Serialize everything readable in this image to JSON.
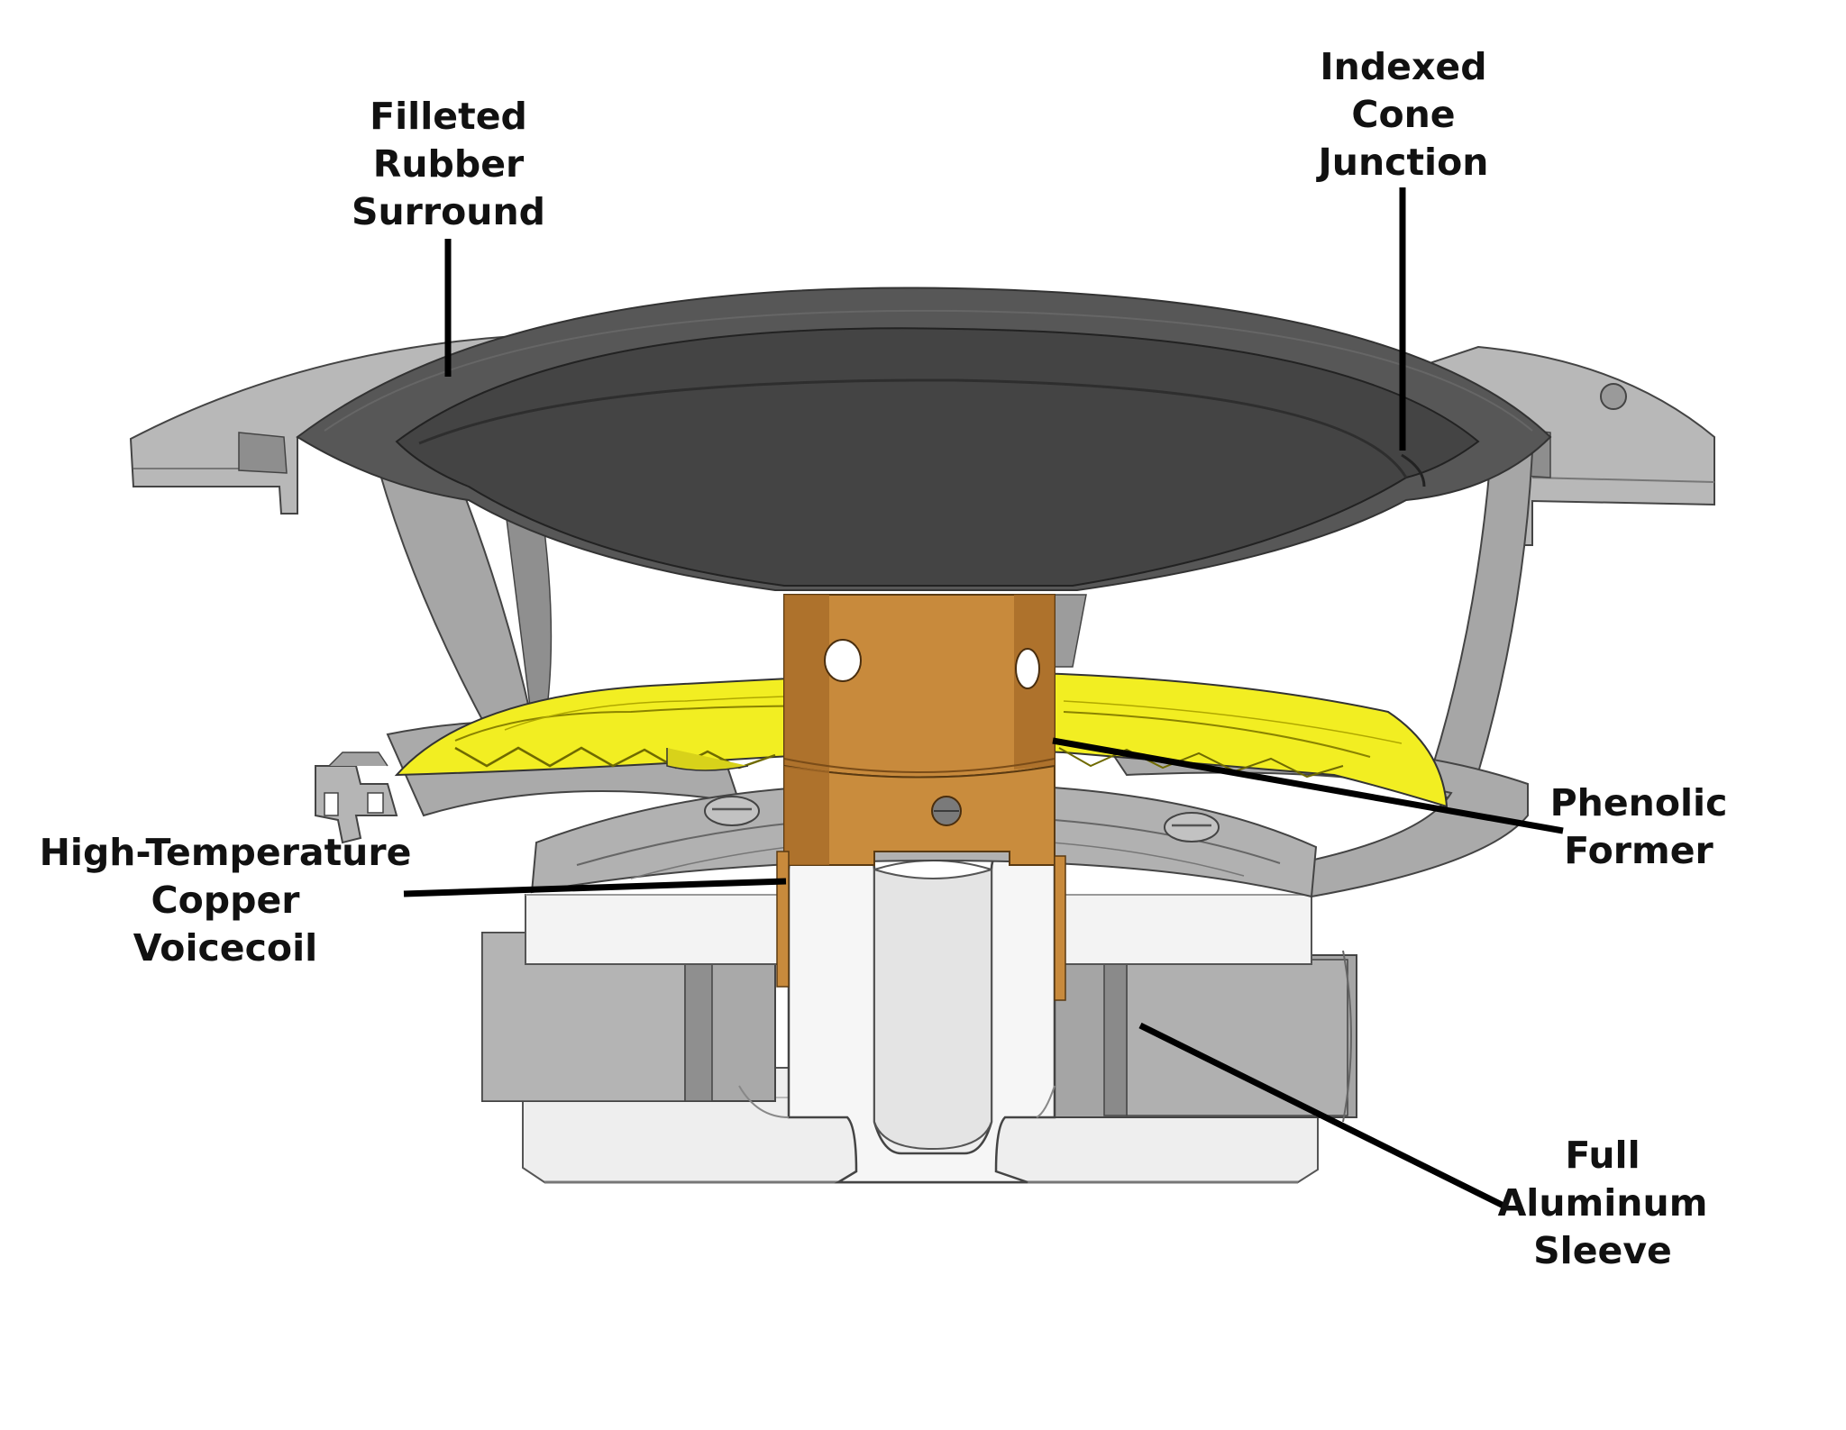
{
  "colors": {
    "frame_light": "#b9b9b9",
    "frame_mid": "#9c9c9c",
    "frame_dark": "#7d7d7d",
    "cone": "#4a4a4a",
    "cone_dark": "#333333",
    "spider": "#f2ee22",
    "spider_shadow": "#c9c20e",
    "former": "#c8893a",
    "former_dark": "#a36a26",
    "sleeve": "#f1f1f1",
    "magnet": "#a8a8a8",
    "leader": "#000000"
  },
  "labels": {
    "surround": {
      "lines": [
        "Filleted",
        "Rubber",
        "Surround"
      ]
    },
    "cone_junction": {
      "lines": [
        "Indexed",
        "Cone",
        "Junction"
      ]
    },
    "former": {
      "lines": [
        "Phenolic",
        "Former"
      ]
    },
    "voicecoil": {
      "lines": [
        "High-Temperature",
        "Copper",
        "Voicecoil"
      ]
    },
    "sleeve": {
      "lines": [
        "Full",
        "Aluminum",
        "Sleeve"
      ]
    }
  }
}
